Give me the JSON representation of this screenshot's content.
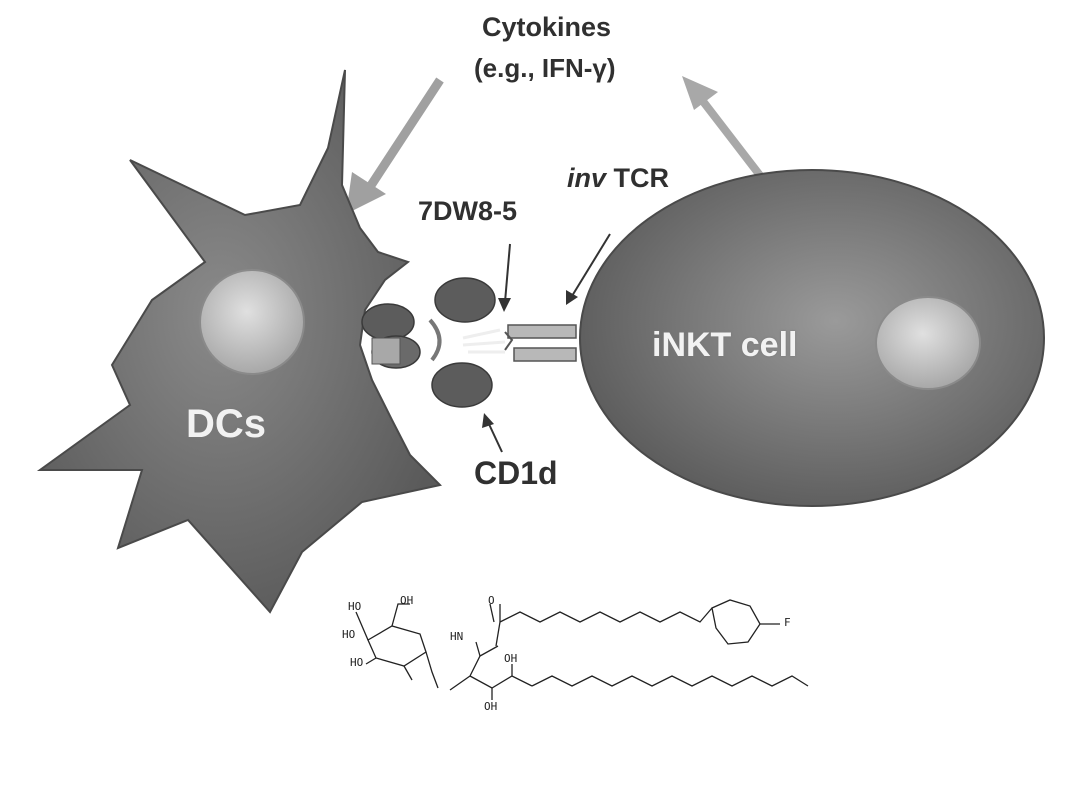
{
  "labels": {
    "cytokines_line1": "Cytokines",
    "cytokines_line2": "(e.g., IFN-γ)",
    "compound": "7DW8-5",
    "tcr_prefix": "inv",
    "tcr_suffix": " TCR",
    "cd1d": "CD1d",
    "dcs": "DCs",
    "nkt_cell": "iNKT cell"
  },
  "chemistry": {
    "atoms": [
      "HO",
      "OH",
      "HO",
      "HO",
      "HN",
      "O",
      "OH",
      "OH",
      "F"
    ]
  },
  "colors": {
    "cell_fill": "#6f6f6f",
    "cell_edge": "#4a4a4a",
    "nucleus": "#bdbdbd",
    "arrow": "#9a9a9a",
    "text": "#303030"
  }
}
